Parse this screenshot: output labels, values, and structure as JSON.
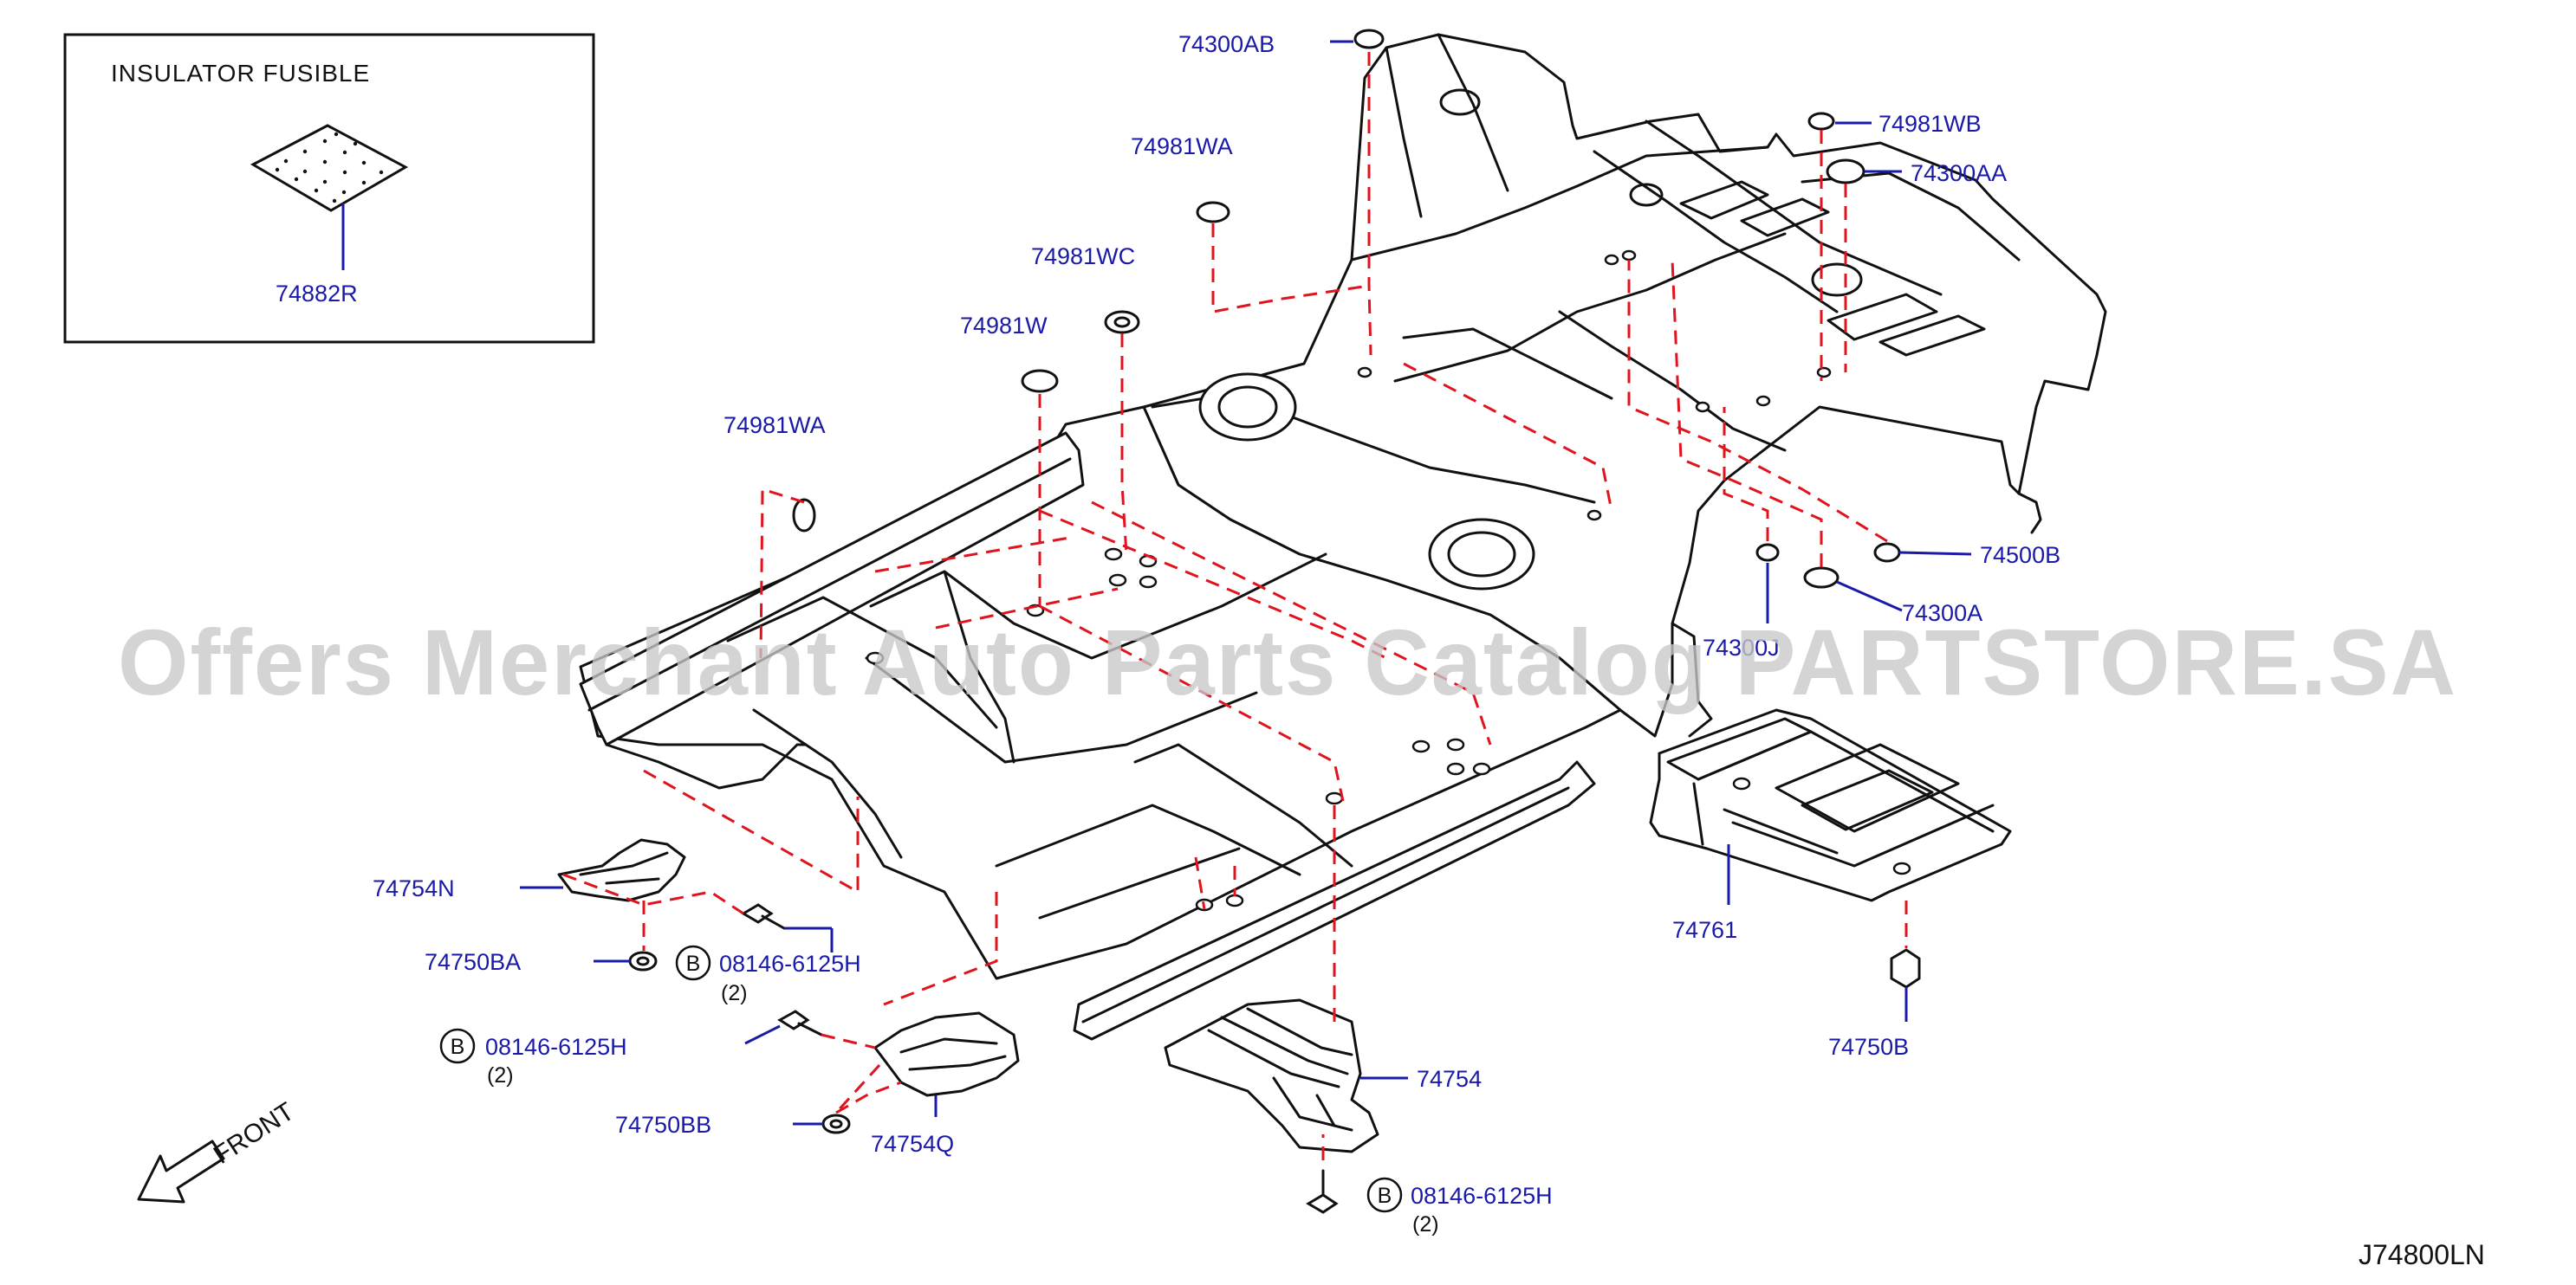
{
  "inset": {
    "title": "INSULATOR FUSIBLE",
    "part": "74882R"
  },
  "parts": {
    "p74300AB": "74300AB",
    "p74981WA_top": "74981WA",
    "p74981WC": "74981WC",
    "p74981W": "74981W",
    "p74981WA_left": "74981WA",
    "p74981WB": "74981WB",
    "p74300AA": "74300AA",
    "p74500B": "74500B",
    "p74300A": "74300A",
    "p74300J": "74300J",
    "p74761": "74761",
    "p74750B": "74750B",
    "p74754N": "74754N",
    "p74750BA": "74750BA",
    "p74750BB": "74750BB",
    "p74754Q": "74754Q",
    "p74754": "74754"
  },
  "bolts": {
    "bolt1": {
      "badge": "B",
      "number": "08146-6125H",
      "qty": "(2)"
    },
    "bolt2": {
      "badge": "B",
      "number": "08146-6125H",
      "qty": "(2)"
    },
    "bolt3": {
      "badge": "B",
      "number": "08146-6125H",
      "qty": "(2)"
    }
  },
  "direction_label": "FRONT",
  "drawing_id": "J74800LN",
  "watermark": "Offers Merchant Auto Parts Catalog PARTSTORE.SA",
  "colors": {
    "callout": "#1a1aa8",
    "dashed_lines": "#e0141e",
    "linework": "#111111",
    "watermark": "#c8c8c8"
  }
}
